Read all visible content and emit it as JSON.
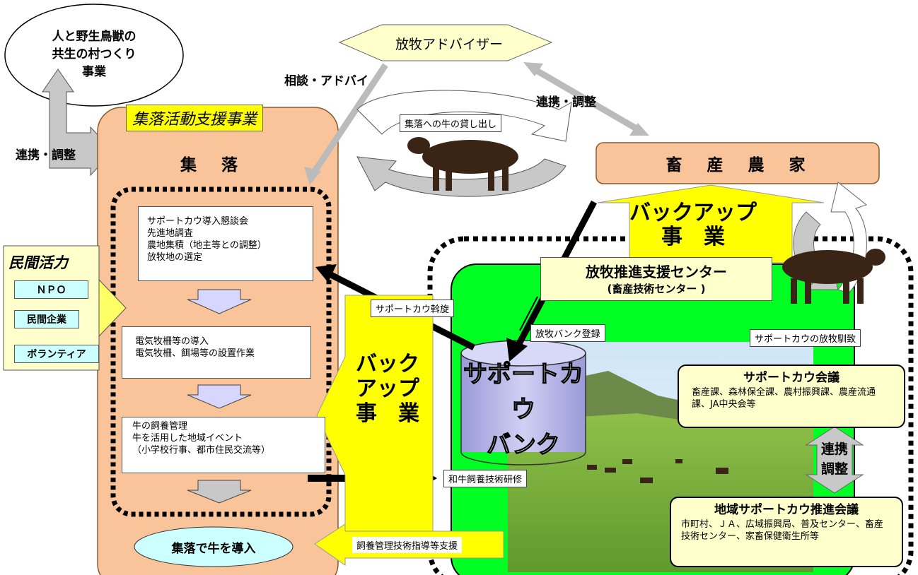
{
  "top_left_bubble": "人と野生鳥獣の\n共生の村つくり\n事業",
  "advisor": "放牧アドバイザー",
  "consult_label": "相談・アドバイ",
  "coop_right_label": "連携・調整",
  "coop_left_label": "連携・調整",
  "settlement_support_title": "集落活動支援事業",
  "settlement_title": "集　落",
  "loan_label": "集落への牛の貸し出し",
  "farmer_title": "畜　産　農　家",
  "backup_top": "バックアップ\n事　業",
  "backup_left": "バック\nアップ\n事　業",
  "private": {
    "title": "民間活力",
    "items": [
      "ＮＰＯ",
      "民間企業",
      "ボランティア"
    ]
  },
  "steps": [
    "サポートカウ導入懇談会\n先進地調査\n農地集積（地主等との調整）\n放牧地の選定",
    "電気牧柵等の導入\n電気牧柵、餌場等の設置作業",
    "牛の飼養管理\n牛を活用した地域イベント\n（小学校行事、都市住民交流等）"
  ],
  "final_goal": "集落で牛を導入",
  "center": {
    "title": "放牧推進支援センター",
    "subtitle": "(畜産技術センター )"
  },
  "bank_label": "サポートカウ\nバンク",
  "labels": {
    "mediation": "サポートカウ斡旋",
    "bank_register": "放牧バンク登録",
    "acclimation": "サポートカウの放牧馴致",
    "training": "和牛飼養技術研修",
    "guidance": "飼養管理技術指導等支援"
  },
  "council": {
    "title": "サポートカウ会議",
    "members": "畜産課、森林保全課、農村振興課、農産流通課、JA中央会等"
  },
  "coop_vertical": "連携\n調整",
  "regional": {
    "title": "地域サポートカウ推進会議",
    "members": "市町村、ＪＡ、広域振興局、普及センター、畜産技術センター、家畜保健衛生所等"
  },
  "colors": {
    "settlement_fill": "#f9c49a",
    "yellow": "#ffff00",
    "green": "#00ff22",
    "advisor_fill": "#ffffcc",
    "bank_fill": "#b8b8e8",
    "cyan": "#ccffff",
    "council_fill": "#ffffcc"
  }
}
